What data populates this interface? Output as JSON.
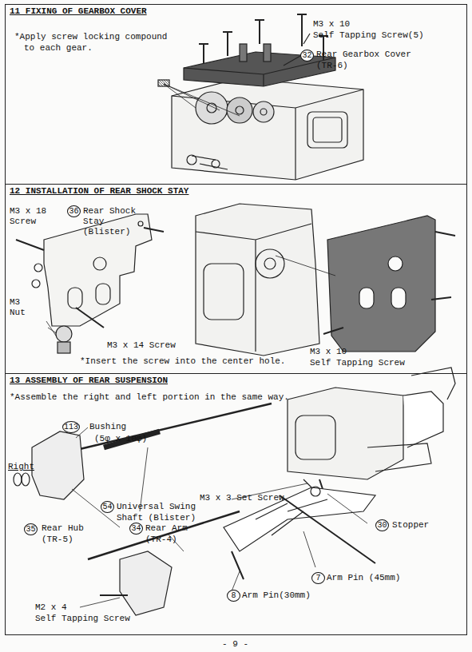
{
  "diagram": {
    "nodes": [
      {
        "text": [
          "11 FIXING OF GEARBOX COVER"
        ]
      },
      {
        "text": [
          "12 INSTALLATION OF REAR SHOCK STAY"
        ]
      },
      {
        "text": [
          "13 ASSEMBLY OF REAR SUSPENSION"
        ]
      }
    ],
    "labels": [
      "*Apply screw locking compound",
      "to each gear.",
      "M3 x 10",
      "Self Tapping Screw(5)",
      "32",
      "Rear Gearbox Cover",
      "(TR-6)",
      "M3 x 18",
      "Screw",
      "36",
      "Rear Shock",
      "Stay",
      "(Blister)",
      "M3",
      "Nut",
      "M3 x 14 Screw",
      "*Insert the screw into the center hole.",
      "M3 x 10",
      "Self Tapping Screw",
      "*Assemble the right and left portion in the same way.",
      "113",
      "Bushing",
      "(5φ x 10φ)",
      "Right",
      "35",
      "Rear Hub",
      "(TR-5)",
      "54",
      "Universal Swing",
      "Shaft (Blister)",
      "34",
      "Rear Arm",
      "(TR-4)",
      "M3 x 3 Set Screw",
      "30",
      "Stopper",
      "7",
      "Arm Pin (45mm)",
      "8",
      "Arm Pin(30mm)",
      "M2 x 4",
      "Self Tapping Screw",
      "- 9 -"
    ]
  }
}
